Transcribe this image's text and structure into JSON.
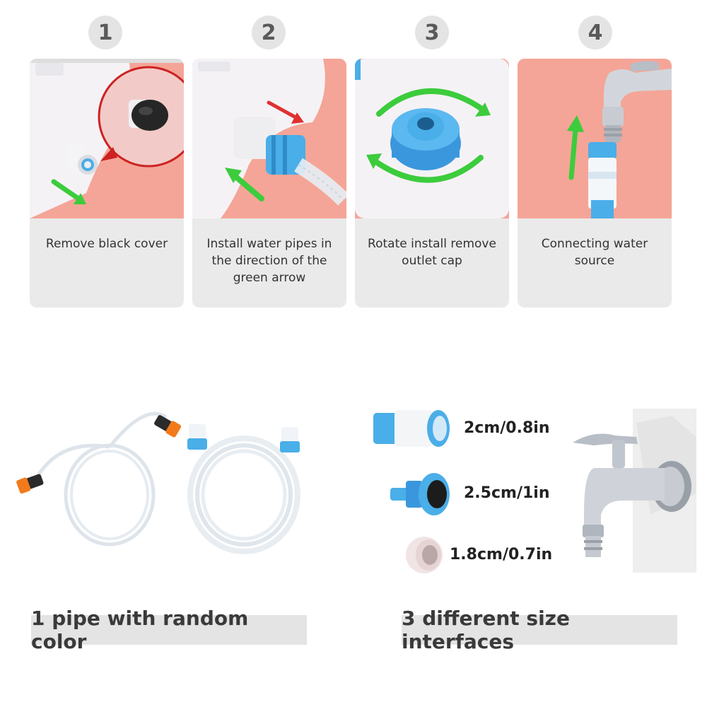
{
  "steps": [
    {
      "number": "1",
      "text": "Remove black cover"
    },
    {
      "number": "2",
      "text": "Install water pipes in the direction of the green arrow"
    },
    {
      "number": "3",
      "text": "Rotate install remove outlet cap"
    },
    {
      "number": "4",
      "text": "Connecting water source"
    }
  ],
  "bottom": {
    "left_label": "1 pipe with random color",
    "right_label": "3 different size interfaces"
  },
  "sizes": [
    {
      "label": "2cm/0.8in"
    },
    {
      "label": "2.5cm/1in"
    },
    {
      "label": "1.8cm/0.7in"
    }
  ],
  "colors": {
    "accent_green": "#3ccc3c",
    "arrow_red": "#e03030",
    "connector_blue": "#4aaee8",
    "connector_orange": "#f27a1a",
    "salmon_background": "#f4a597",
    "card_gray": "#eaeaea",
    "label_gray": "#e4e4e4"
  }
}
